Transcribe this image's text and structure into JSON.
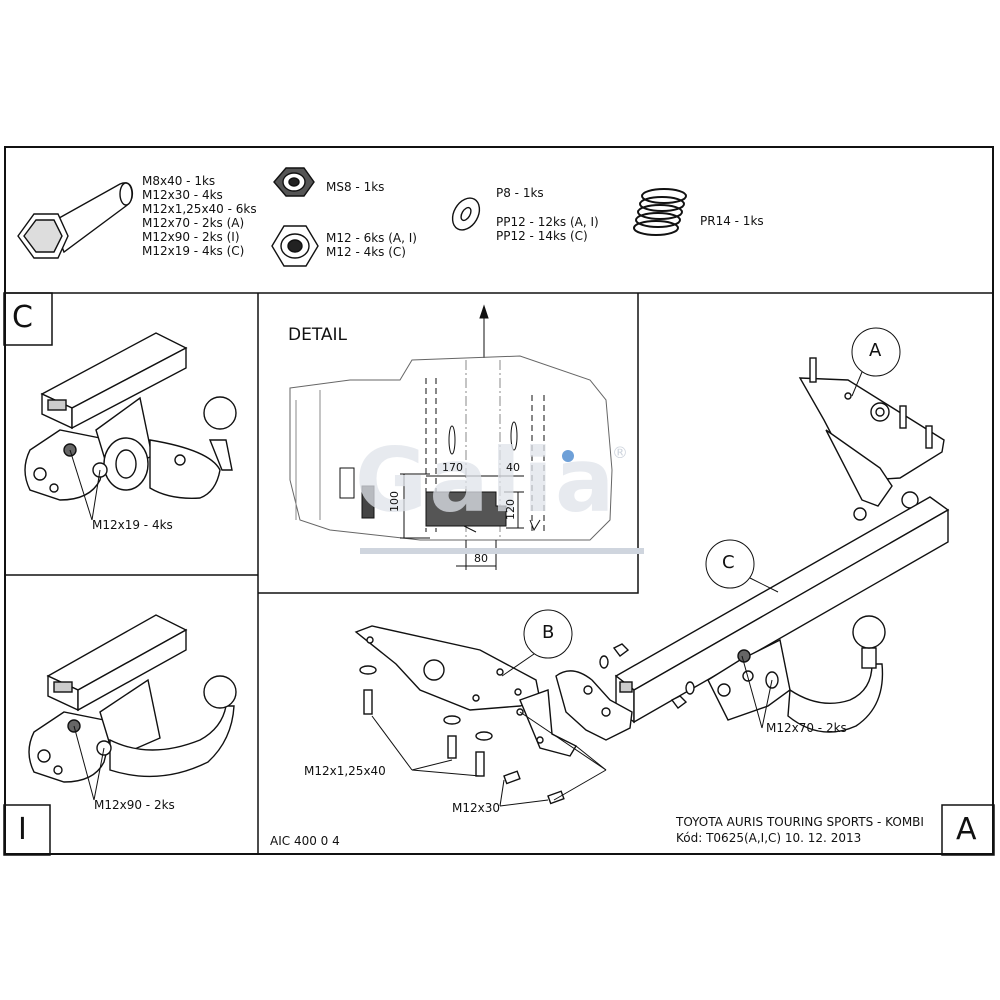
{
  "parts": {
    "bolts": [
      "M8x40 - 1ks",
      "M12x30 - 4ks",
      "M12x1,25x40 - 6ks",
      "M12x70 - 2ks (A)",
      "M12x90 - 2ks (I)",
      "M12x19 - 4ks (C)"
    ],
    "nut_ms8": "MS8 - 1ks",
    "nuts_m12": [
      "M12 - 6ks (A, I)",
      "M12 - 4ks (C)"
    ],
    "washers": [
      "P8 - 1ks",
      "PP12 - 12ks (A, I)",
      "PP12 - 14ks (C)"
    ],
    "spring": "PR14 - 1ks"
  },
  "panels": {
    "c": {
      "letter": "C",
      "callout": "M12x19 - 4ks"
    },
    "i": {
      "letter": "I",
      "callout": "M12x90 - 2ks"
    },
    "a": {
      "letter": "A"
    }
  },
  "detail": {
    "title": "DETAIL",
    "dims": {
      "d170": "170",
      "d40": "40",
      "d100": "100",
      "d120": "120",
      "d80": "80"
    }
  },
  "watermark": {
    "text": "Galia",
    "mark": "®"
  },
  "main": {
    "label_a": "A",
    "label_b": "B",
    "label_c": "C",
    "callout_m12x70": "M12x70 - 2ks",
    "callout_m12x125x40": "M12x1,25x40",
    "callout_m12x30": "M12x30"
  },
  "footer": {
    "code": "AIC 400 0 4",
    "vehicle": "TOYOTA AURIS TOURING SPORTS - KOMBI",
    "kod": "Kód: T0625(A,I,C)  10. 12. 2013"
  }
}
